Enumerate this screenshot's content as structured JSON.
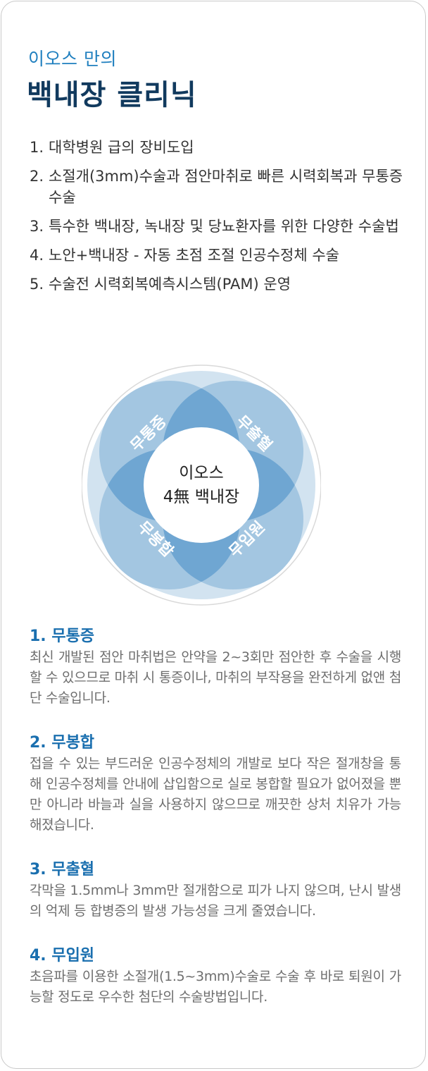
{
  "header": {
    "subtitle": "이오스 만의",
    "title": "백내장 클리닉"
  },
  "features": [
    {
      "num": "1.",
      "text": "대학병원 급의 장비도입"
    },
    {
      "num": "2.",
      "text": "소절개(3mm)수술과 점안마취로 빠른 시력회복과 무통증수술"
    },
    {
      "num": "3.",
      "text": "특수한 백내장, 녹내장 및 당뇨환자를 위한 다양한 수술법"
    },
    {
      "num": "4.",
      "text": "노안+백내장 - 자동 초점 조절 인공수정체 수술"
    },
    {
      "num": "5.",
      "text": "수술전 시력회복예측시스템(PAM) 운영"
    }
  ],
  "diagram": {
    "center_line1": "이오스",
    "center_line2": "4無 백내장",
    "petals": [
      "무통증",
      "무출혈",
      "무봉합",
      "무입원"
    ],
    "colors": {
      "outer_ring": "#d2e3f0",
      "petal": "#a3c6e1",
      "overlap": "#6fa6d2",
      "petal_text": "#ffffff"
    }
  },
  "sections": [
    {
      "title": "1. 무통증",
      "body": "최신 개발된 점안 마취법은 안약을 2~3회만 점안한 후 수술을 시행할 수 있으므로 마취 시 통증이나, 마취의 부작용을 완전하게 없앤 첨단 수술입니다."
    },
    {
      "title": "2. 무봉합",
      "body": "접을 수 있는 부드러운 인공수정체의 개발로 보다 작은 절개창을 통해 인공수정체를 안내에 삽입함으로 실로 봉합할 필요가 없어졌을 뿐만 아니라 바늘과 실을 사용하지 않으므로 깨끗한 상처 치유가 가능해졌습니다."
    },
    {
      "title": "3. 무출혈",
      "body": "각막을 1.5mm나 3mm만 절개함으로 피가 나지 않으며, 난시 발생의 억제 등 합병증의 발생 가능성을 크게 줄였습니다."
    },
    {
      "title": "4. 무입원",
      "body": "초음파를 이용한 소절개(1.5~3mm)수술로 수술 후 바로 퇴원이 가능할 정도로 우수한 첨단의 수술방법입니다."
    }
  ]
}
